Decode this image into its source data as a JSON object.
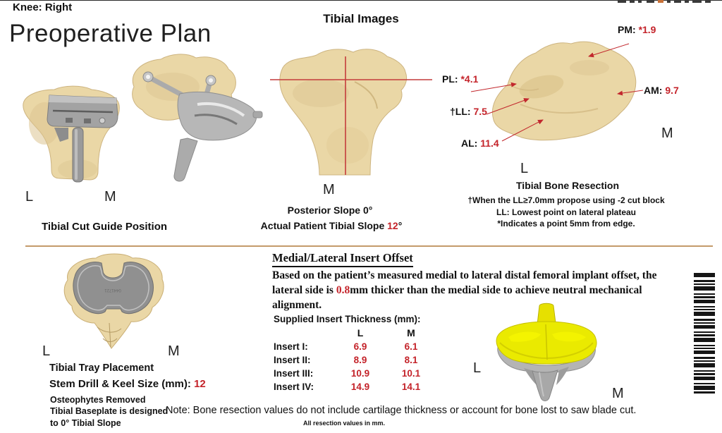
{
  "page": {
    "knee": "Knee: Right",
    "title": "Preoperative Plan",
    "section_title": "Tibial Images"
  },
  "cut_guide": {
    "l": "L",
    "m": "M",
    "caption": "Tibial Cut Guide Position"
  },
  "slope": {
    "m": "M",
    "posterior": "Posterior Slope 0°",
    "actual_prefix": "Actual Patient Tibial Slope ",
    "actual_value": "12",
    "degree": "°"
  },
  "resection": {
    "pm_label": "PM:",
    "pm_value": "*1.9",
    "am_label": "AM:",
    "am_value": "9.7",
    "pl_label": "PL:",
    "pl_value": "*4.1",
    "ll_label": "†LL:",
    "ll_value": "7.5",
    "al_label": "AL:",
    "al_value": "11.4",
    "m": "M",
    "l": "L",
    "caption": "Tibial Bone Resection",
    "footnotes": [
      "†When the LL≥7.0mm propose using -2 cut block",
      "LL: Lowest point on lateral plateau",
      "*Indicates a point 5mm from edge."
    ]
  },
  "tray": {
    "l": "L",
    "m": "M",
    "caption": "Tibial Tray Placement",
    "stem_label": "Stem Drill & Keel Size (mm): ",
    "stem_value": "12",
    "notes": [
      "Osteophytes Removed",
      "Tibial Baseplate is designed",
      "to 0° Tibial Slope"
    ],
    "etched": "0441721"
  },
  "insert_offset": {
    "heading": "Medial/Lateral Insert Offset",
    "body_pre": "Based on the patient’s measured medial to lateral distal femoral implant offset, the lateral side is ",
    "body_value": "0.8",
    "body_post": "mm thicker than the medial side to achieve neutral mechanical alignment.",
    "table_title": "Supplied Insert Thickness (mm):",
    "col_l": "L",
    "col_m": "M",
    "rows": [
      {
        "name": "Insert I:",
        "l": "6.9",
        "m": "6.1"
      },
      {
        "name": "Insert II:",
        "l": "8.9",
        "m": "8.1"
      },
      {
        "name": "Insert III:",
        "l": "10.9",
        "m": "10.1"
      },
      {
        "name": "Insert IV:",
        "l": "14.9",
        "m": "14.1"
      }
    ]
  },
  "implant": {
    "l": "L",
    "m": "M"
  },
  "footer": {
    "note": "Note: Bone resection values do not include cartilage thickness or account for bone lost to saw blade cut.",
    "subnote": "All resection values in mm."
  },
  "colors": {
    "accent_red": "#c4232a",
    "arrow_red": "#c2272d",
    "crosshair_red": "#c43c3c",
    "divider_tan": "#c49a6a",
    "bone_tan": "#ead7a6",
    "guide_grey": "#a8a8a8",
    "tray_grey": "#909090",
    "implant_yellow": "#eaea00"
  }
}
